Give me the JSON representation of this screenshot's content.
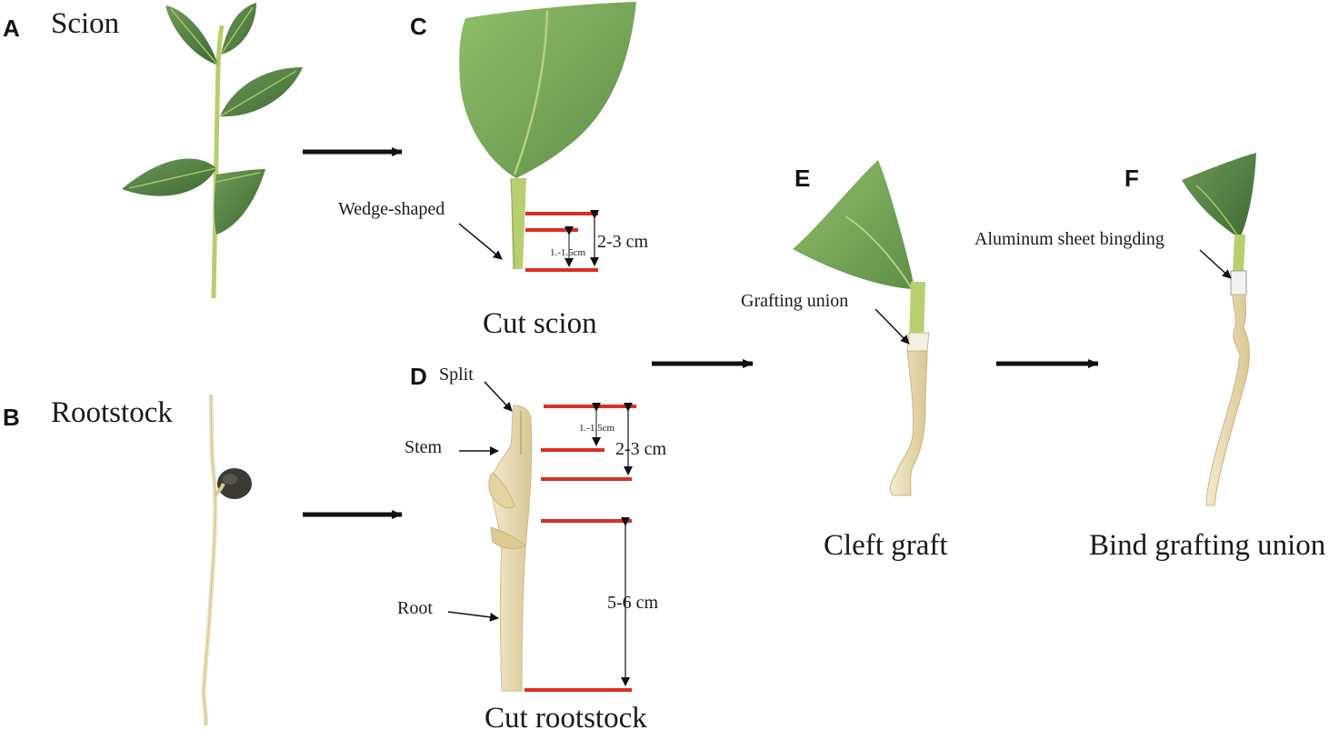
{
  "panels": {
    "A": {
      "letter": "A",
      "title": "Scion"
    },
    "B": {
      "letter": "B",
      "title": "Rootstock"
    },
    "C": {
      "letter": "C",
      "caption": "Cut scion",
      "annotation": "Wedge-shaped",
      "meas_long": "2-3 cm",
      "meas_short": "1.-1.5cm"
    },
    "D": {
      "letter": "D",
      "caption": "Cut rootstock",
      "split": "Split",
      "stem": "Stem",
      "root": "Root",
      "meas_short": "1.-1.5cm",
      "meas_mid": "2-3 cm",
      "meas_long": "5-6 cm"
    },
    "E": {
      "letter": "E",
      "caption": "Cleft graft",
      "annotation": "Grafting union"
    },
    "F": {
      "letter": "F",
      "caption": "Bind grafting union",
      "annotation": "Aluminum sheet bingding"
    }
  },
  "colors": {
    "leaf": "#6f9e52",
    "leaf_dark": "#4f7a3a",
    "leaf_light": "#93bd6e",
    "stem": "#bcd07a",
    "root": "#e8dcb0",
    "root_dark": "#cdbd86",
    "cut_line": "#d93025",
    "arrow": "#111111"
  }
}
